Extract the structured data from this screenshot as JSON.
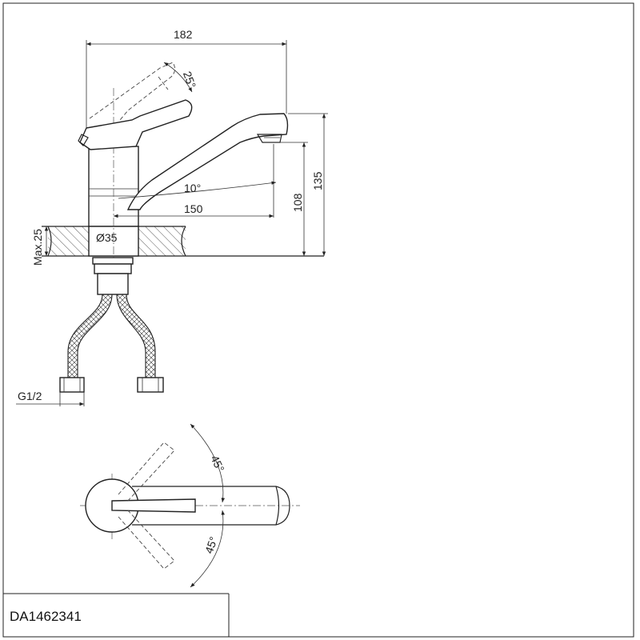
{
  "drawing": {
    "product_code": "DA1462341",
    "dimensions": {
      "total_width": "182",
      "handle_tilt": "25°",
      "spout_angle": "10°",
      "spout_reach": "150",
      "outlet_height": "108",
      "total_height": "135",
      "hole_diameter": "Ø35",
      "max_deck": "Max.25",
      "connection_thread": "G1/2",
      "rotation_upper": "45°",
      "rotation_lower": "45°"
    }
  },
  "colors": {
    "line": "#222222",
    "hatch": "#333333",
    "background": "#ffffff"
  }
}
